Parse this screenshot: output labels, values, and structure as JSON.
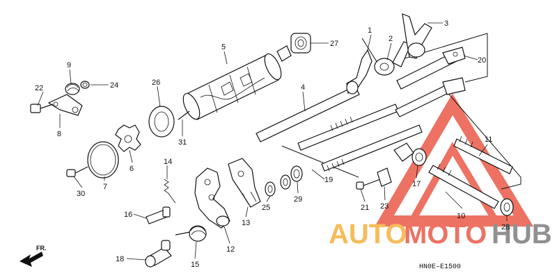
{
  "diagram": {
    "callouts": [
      "1",
      "2",
      "3",
      "4",
      "5",
      "6",
      "7",
      "8",
      "9",
      "10",
      "11",
      "12",
      "13",
      "14",
      "15",
      "16",
      "17",
      "18",
      "19",
      "20",
      "21",
      "22",
      "23",
      "24",
      "25",
      "26",
      "27",
      "28",
      "29",
      "30",
      "31"
    ],
    "diagram_code": "HN0E–E1500",
    "direction_label": "FR.",
    "watermark": {
      "text_auto": "AUTO",
      "text_moto": "MOTO",
      "text_hub": "HUB",
      "color_orange": "#f5a623",
      "color_red": "#e8442f",
      "color_grey": "#6b6b6b"
    }
  }
}
